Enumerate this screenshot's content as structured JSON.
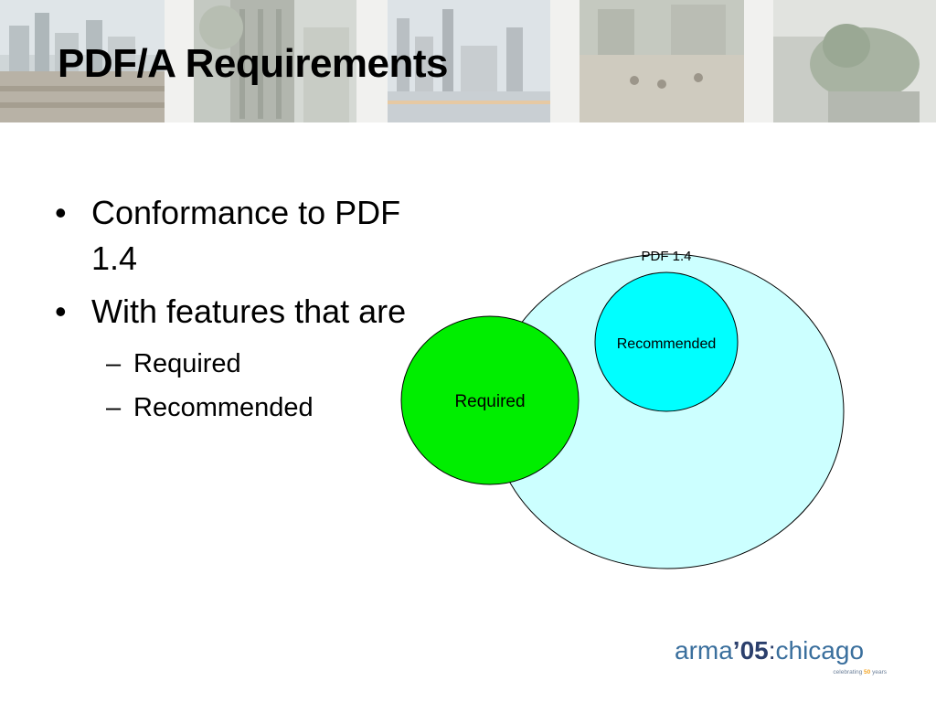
{
  "slide": {
    "title": "PDF/A Requirements"
  },
  "bullets": [
    {
      "text": "Conformance to PDF 1.4",
      "line1": "Conformance to PDF",
      "line2": "1.4"
    },
    {
      "text": "With features that are"
    }
  ],
  "sub_bullets": [
    "Required",
    "Recommended"
  ],
  "venn": {
    "outer_label": "PDF 1.4",
    "recommended_label": "Recommended",
    "required_label": "Required",
    "colors": {
      "outer": "#ccffff",
      "recommended": "#00ffff",
      "required": "#00ee00",
      "stroke": "#000000"
    }
  },
  "logo": {
    "word1": "arma",
    "year": "’05",
    "word2": "chicago",
    "tagline_prefix": "celebrating",
    "tagline_number": "50",
    "tagline_suffix": "years",
    "colors": {
      "text": "#3a6f9d",
      "year": "#2b3f6c",
      "highlight": "#f5a623"
    }
  },
  "banner": {
    "photos": [
      "skyline-photo",
      "tower-photo",
      "lakefront-photo",
      "plaza-photo",
      "lion-statue-photo"
    ]
  }
}
